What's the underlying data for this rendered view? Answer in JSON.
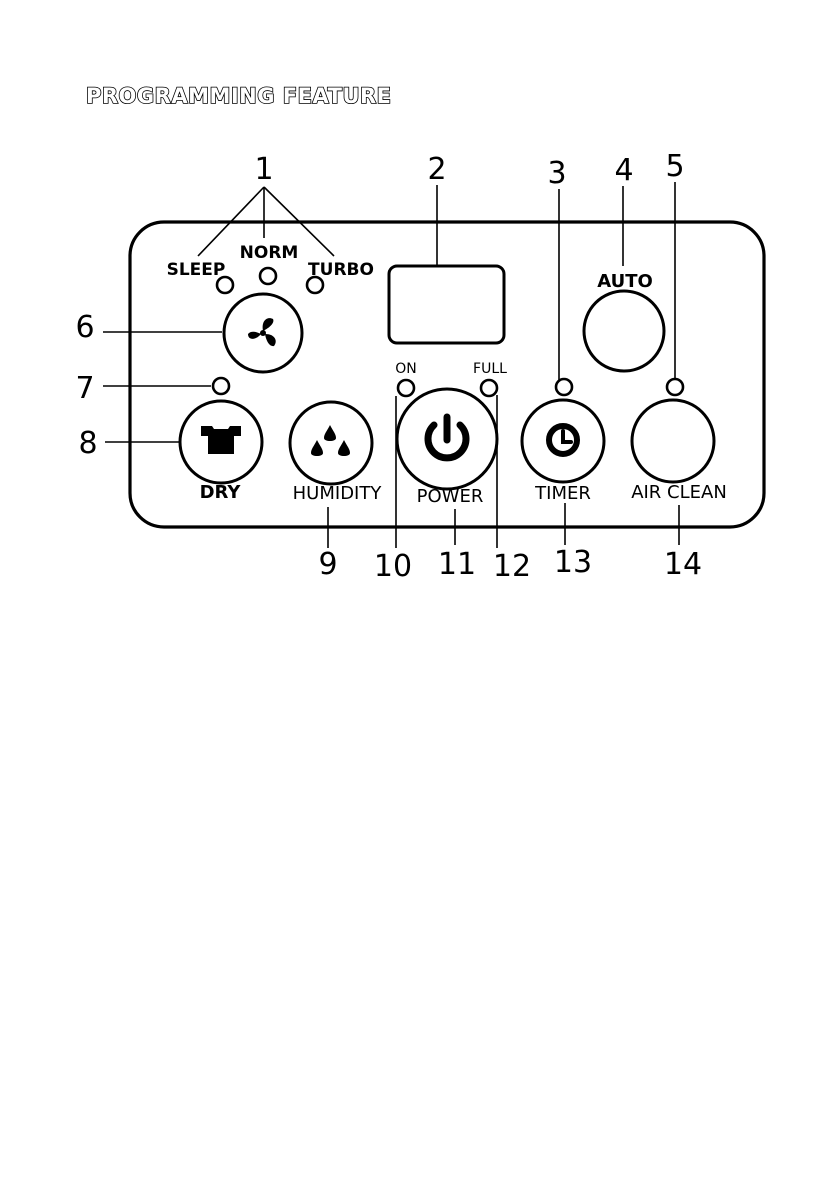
{
  "title": "PROGRAMMING FEATURE",
  "callouts": {
    "n1": "1",
    "n2": "2",
    "n3": "3",
    "n4": "4",
    "n5": "5",
    "n6": "6",
    "n7": "7",
    "n8": "8",
    "n9": "9",
    "n10": "10",
    "n11": "11",
    "n12": "12",
    "n13": "13",
    "n14": "14"
  },
  "fan_speed_labels": {
    "sleep": "SLEEP",
    "norm": "NORM",
    "turbo": "TURBO"
  },
  "indicator_labels": {
    "on": "ON",
    "full": "FULL"
  },
  "button_labels": {
    "auto": "AUTO",
    "dry": "DRY",
    "humidity": "HUMIDITY",
    "power": "POWER",
    "timer": "TIMER",
    "air_clean": "AIR CLEAN"
  },
  "icons": {
    "fan": "fan-icon",
    "dry": "shirt-icon",
    "humidity": "water-drops-icon",
    "power": "power-icon",
    "timer": "clock-icon"
  }
}
